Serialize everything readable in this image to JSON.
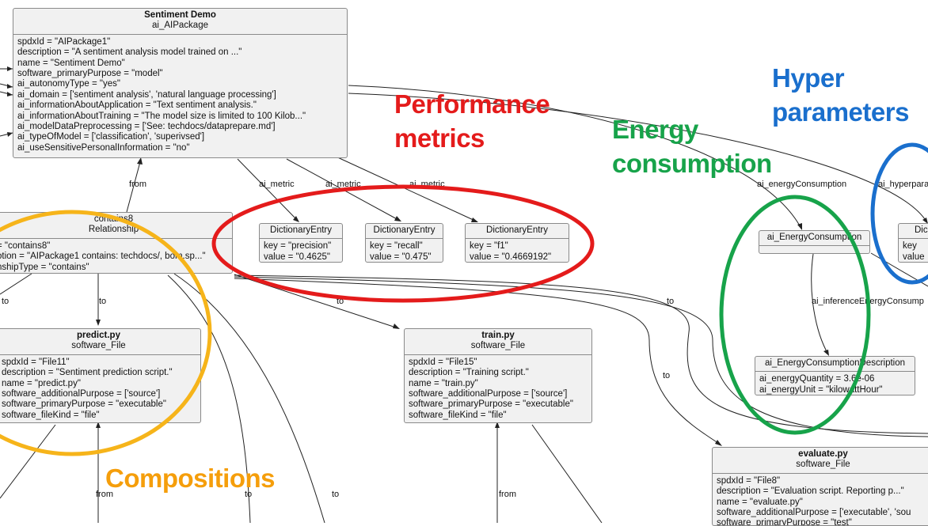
{
  "nodes": {
    "sentiment_demo": {
      "name": "Sentiment Demo",
      "type": "ai_AIPackage",
      "attributes": [
        "spdxId = \"AIPackage1\"",
        "description = \"A sentiment analysis model trained on ...\"",
        "name = \"Sentiment Demo\"",
        "software_primaryPurpose = \"model\"",
        "ai_autonomyType = \"yes\"",
        "ai_domain = ['sentiment analysis', 'natural language processing']",
        "ai_informationAboutApplication = \"Text sentiment analysis.\"",
        "ai_informationAboutTraining = \"The model size is limited to 100 Kilob...\"",
        "ai_modelDataPreprocessing = ['See: techdocs/dataprepare.md']",
        "ai_typeOfModel = ['classification', 'superivsed']",
        "ai_useSensitivePersonalInformation = \"no\""
      ]
    },
    "contains8": {
      "name": "contains8",
      "type": "Relationship",
      "attributes": [
        "= \"contains8\"",
        "otion = \"AIPackage1 contains: techdocs/, bom.sp...\"",
        "nshipType = \"contains\""
      ]
    },
    "dict_precision": {
      "name": "DictionaryEntry",
      "attributes": [
        "key = \"precision\"",
        "value = \"0.4625\""
      ]
    },
    "dict_recall": {
      "name": "DictionaryEntry",
      "attributes": [
        "key = \"recall\"",
        "value = \"0.475\""
      ]
    },
    "dict_f1": {
      "name": "DictionaryEntry",
      "attributes": [
        "key = \"f1\"",
        "value = \"0.4669192\""
      ]
    },
    "energy": {
      "name": "ai_EnergyConsumption",
      "attributes": []
    },
    "energy_desc": {
      "name": "ai_EnergyConsumptionDescription",
      "attributes": [
        "ai_energyQuantity = 3.6e-06",
        "ai_energyUnit = \"kilowattHour\""
      ]
    },
    "dict_partial": {
      "name": "Dic",
      "attributes": [
        "key",
        "value"
      ]
    },
    "predict": {
      "name": "predict.py",
      "type": "software_File",
      "attributes": [
        "spdxId = \"File11\"",
        "description = \"Sentiment prediction script.\"",
        "name = \"predict.py\"",
        "software_additionalPurpose = ['source']",
        "software_primaryPurpose = \"executable\"",
        "software_fileKind = \"file\""
      ]
    },
    "train": {
      "name": "train.py",
      "type": "software_File",
      "attributes": [
        "spdxId = \"File15\"",
        "description = \"Training script.\"",
        "name = \"train.py\"",
        "software_additionalPurpose = ['source']",
        "software_primaryPurpose = \"executable\"",
        "software_fileKind = \"file\""
      ]
    },
    "evaluate": {
      "name": "evaluate.py",
      "type": "software_File",
      "attributes": [
        "spdxId = \"File8\"",
        "description = \"Evaluation script. Reporting p...\"",
        "name = \"evaluate.py\"",
        "software_additionalPurpose = ['executable', 'sou",
        "software_primaryPurpose = \"test\""
      ]
    }
  },
  "edge_labels": {
    "from_top": "from",
    "ai_metric_1": "ai_metric",
    "ai_metric_2": "ai_metric",
    "ai_metric_3": "ai_metric",
    "ai_energyConsumption": "ai_energyConsumption",
    "ai_hyperparameter": "ai_hyperpara",
    "ai_inferenceEnergyConsumption": "ai_inferenceEnergyConsump",
    "to_left": "to",
    "to_predict": "to",
    "to_train": "to",
    "to_right": "to",
    "to_evaluate": "to",
    "from_predict": "from",
    "to_bottom_1": "to",
    "to_bottom_2": "to",
    "from_train": "from"
  },
  "overlays": {
    "performance_metrics": {
      "line1": "Performance",
      "line2": "metrics",
      "color": "#e41b1b"
    },
    "energy_consumption": {
      "line1": "Energy",
      "line2": "consumption",
      "color": "#17a34a"
    },
    "hyper_parameters": {
      "line1": "Hyper",
      "line2": "parameters",
      "color": "#1a6fcd"
    },
    "compositions": {
      "line1": "Compositions",
      "color": "#f59e0b"
    }
  }
}
